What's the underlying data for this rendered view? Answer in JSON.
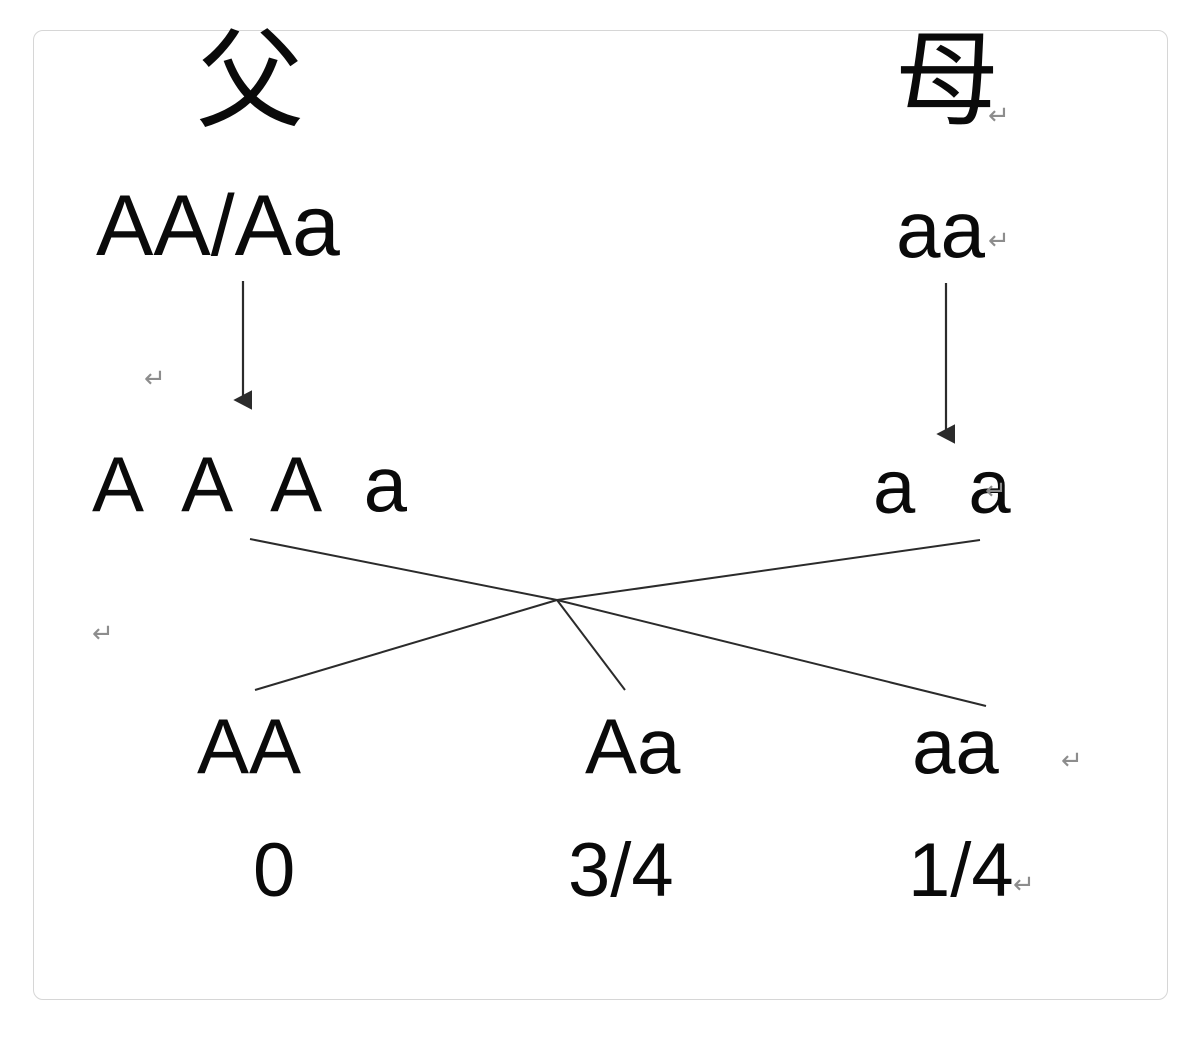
{
  "diagram": {
    "title_semantic": "autosomal-recessive-inheritance-cross",
    "parents": {
      "father": {
        "label_char": "父",
        "genotype": "AA/Aa",
        "gametes": "A A A a"
      },
      "mother": {
        "label_char": "母",
        "genotype": "aa",
        "gametes": "a a"
      }
    },
    "offspring": [
      {
        "genotype": "AA",
        "ratio": "0"
      },
      {
        "genotype": "Aa",
        "ratio": "3/4"
      },
      {
        "genotype": "aa",
        "ratio": "1/4"
      }
    ],
    "return_marks": {
      "glyph": "↵",
      "count": 7,
      "color": "#8d8d8d"
    },
    "colors": {
      "text": "#0a0a0a",
      "line": "#2b2b2b",
      "card_border": "#d6d6d6",
      "background": "#ffffff"
    },
    "connectors": {
      "father_arrow": "down-arrow",
      "mother_arrow": "down-arrow",
      "cross_lines": 5
    }
  }
}
